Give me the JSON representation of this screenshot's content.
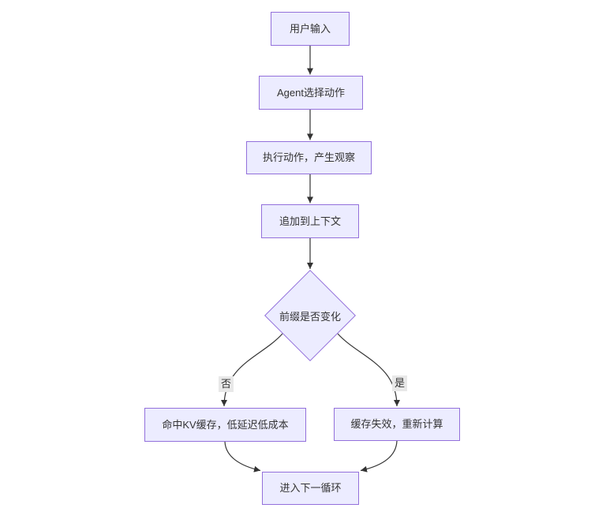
{
  "diagram": {
    "type": "flowchart",
    "direction": "top-down",
    "colors": {
      "background": "#ffffff",
      "node_fill": "#ececff",
      "node_border": "#9370db",
      "edge": "#333333",
      "text": "#333333",
      "edge_label_bg": "#e8e8e8"
    },
    "nodes": [
      {
        "id": "user-input",
        "shape": "rect",
        "label": "用户输入"
      },
      {
        "id": "agent-action",
        "shape": "rect",
        "label": "Agent选择动作"
      },
      {
        "id": "execute-action",
        "shape": "rect",
        "label": "执行动作，产生观察"
      },
      {
        "id": "append-context",
        "shape": "rect",
        "label": "追加到上下文"
      },
      {
        "id": "prefix-changed",
        "shape": "diamond",
        "label": "前缀是否变化"
      },
      {
        "id": "kv-cache-hit",
        "shape": "rect",
        "label": "命中KV缓存，低延迟低成本"
      },
      {
        "id": "cache-invalidated",
        "shape": "rect",
        "label": "缓存失效，重新计算"
      },
      {
        "id": "next-loop",
        "shape": "rect",
        "label": "进入下一循环"
      }
    ],
    "edges": [
      {
        "from": "user-input",
        "to": "agent-action",
        "label": ""
      },
      {
        "from": "agent-action",
        "to": "execute-action",
        "label": ""
      },
      {
        "from": "execute-action",
        "to": "append-context",
        "label": ""
      },
      {
        "from": "append-context",
        "to": "prefix-changed",
        "label": ""
      },
      {
        "from": "prefix-changed",
        "to": "kv-cache-hit",
        "label": "否"
      },
      {
        "from": "prefix-changed",
        "to": "cache-invalidated",
        "label": "是"
      },
      {
        "from": "kv-cache-hit",
        "to": "next-loop",
        "label": ""
      },
      {
        "from": "cache-invalidated",
        "to": "next-loop",
        "label": ""
      }
    ]
  }
}
